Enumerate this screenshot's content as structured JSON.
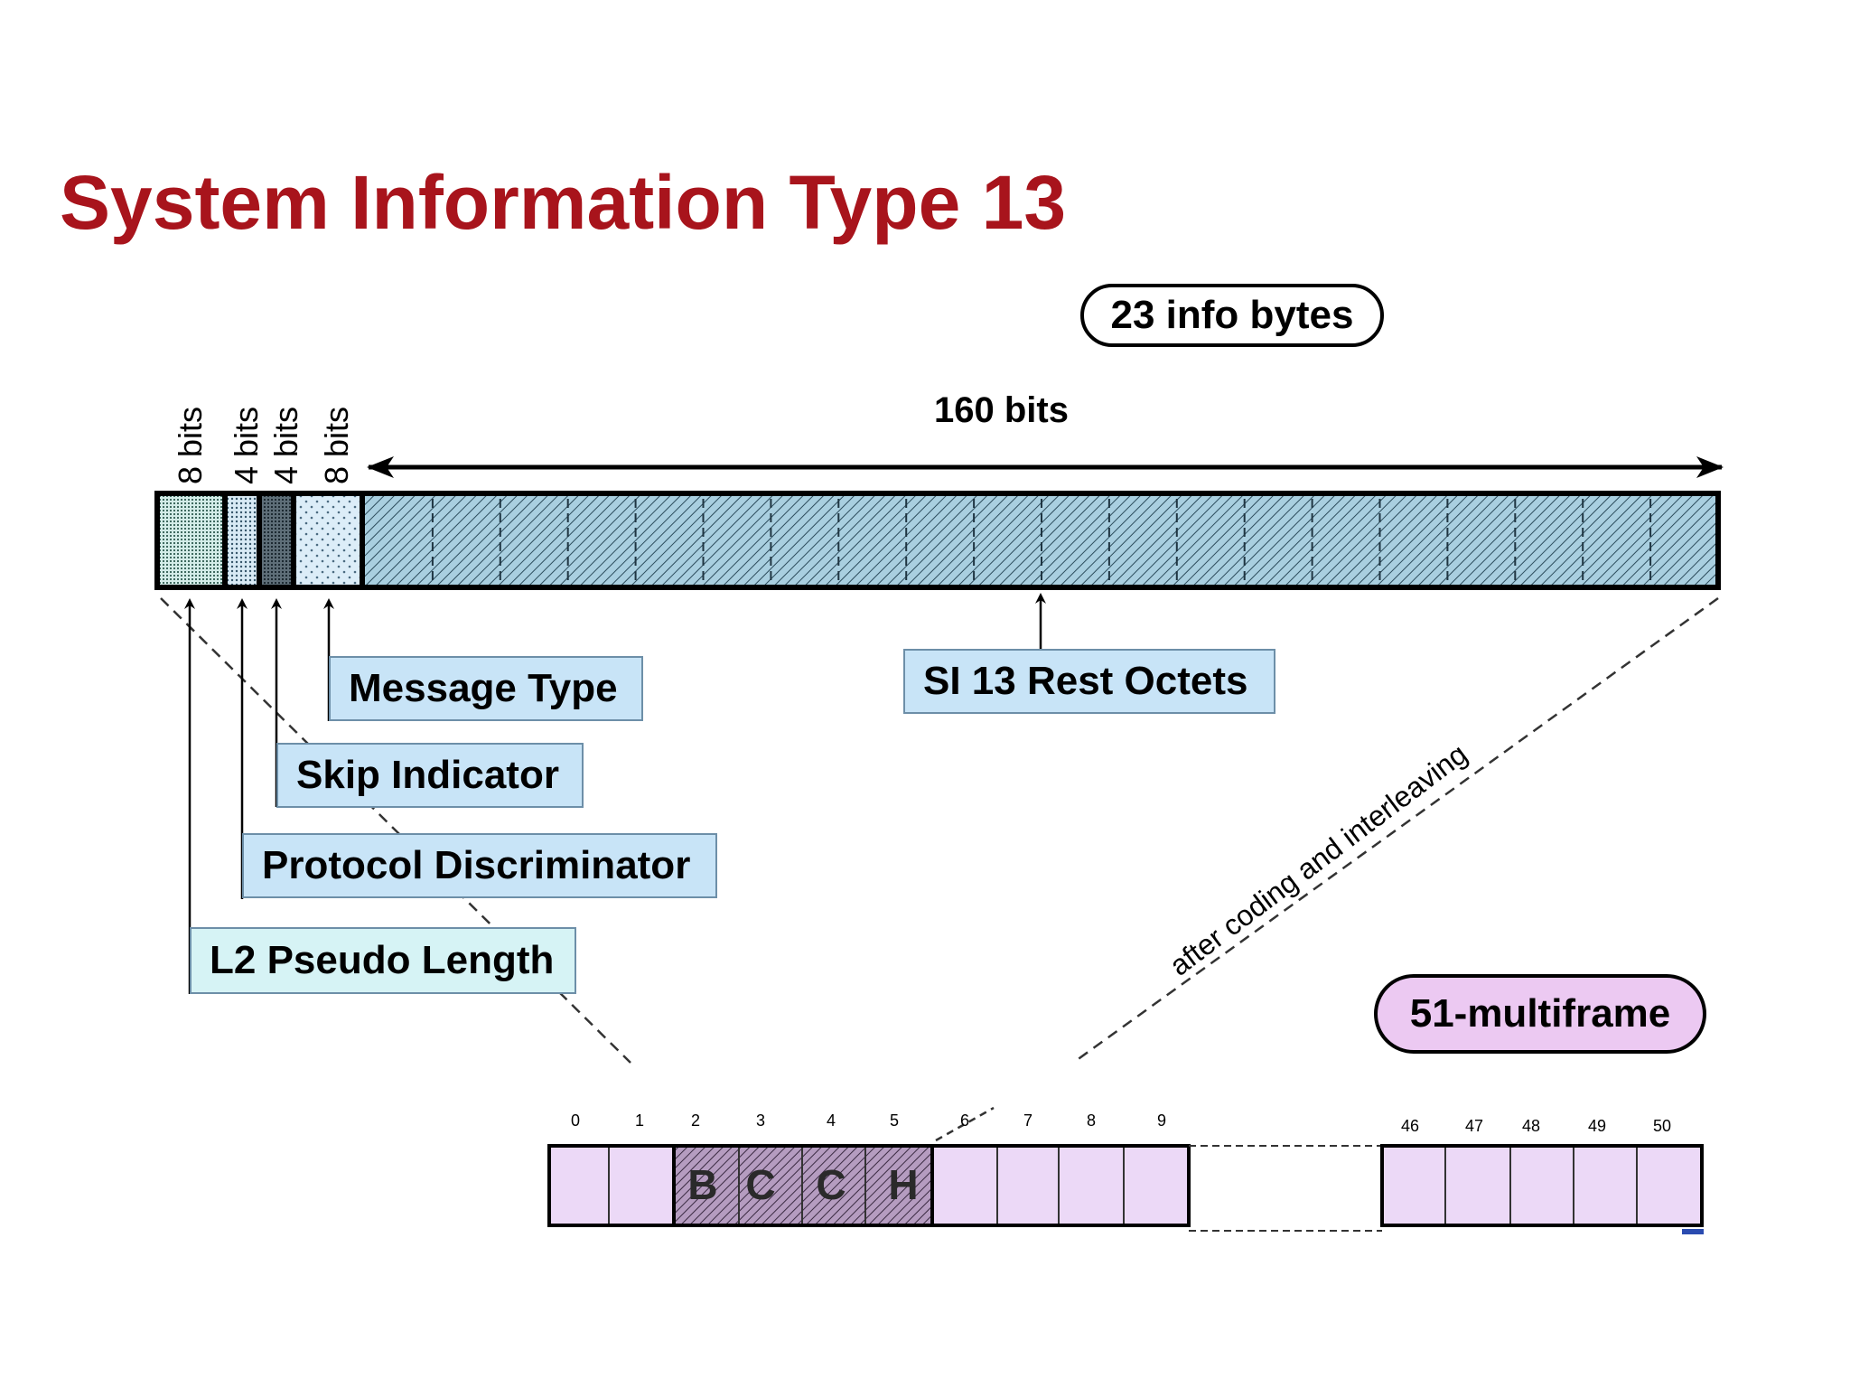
{
  "title": "System Information Type 13",
  "info_bytes_label": "23 info bytes",
  "bits_total_label": "160  bits",
  "field_bits": [
    "8  bits",
    "4  bits",
    "4  bits",
    "8  bits"
  ],
  "fields": {
    "l2_pseudo_length": "L2 Pseudo Length",
    "protocol_discriminator": "Protocol Discriminator",
    "skip_indicator": "Skip Indicator",
    "message_type": "Message Type",
    "rest_octets": "SI 13 Rest Octets"
  },
  "coding_label": "after coding and interleaving",
  "multiframe_label": "51-multiframe",
  "slot_numbers_left": [
    "0",
    "1",
    "2",
    "3",
    "4",
    "5",
    "6",
    "7",
    "8",
    "9"
  ],
  "slot_numbers_right": [
    "46",
    "47",
    "48",
    "49",
    "50"
  ],
  "bcch_letters": [
    "B",
    "C",
    "C",
    "H"
  ],
  "colors": {
    "title": "#a8141c",
    "label_fill": "#c8e4f7",
    "l2_fill": "#d6f3f5",
    "multiframe_fill": "#ecd9f7",
    "pill_fill": "#ecc9f2"
  }
}
